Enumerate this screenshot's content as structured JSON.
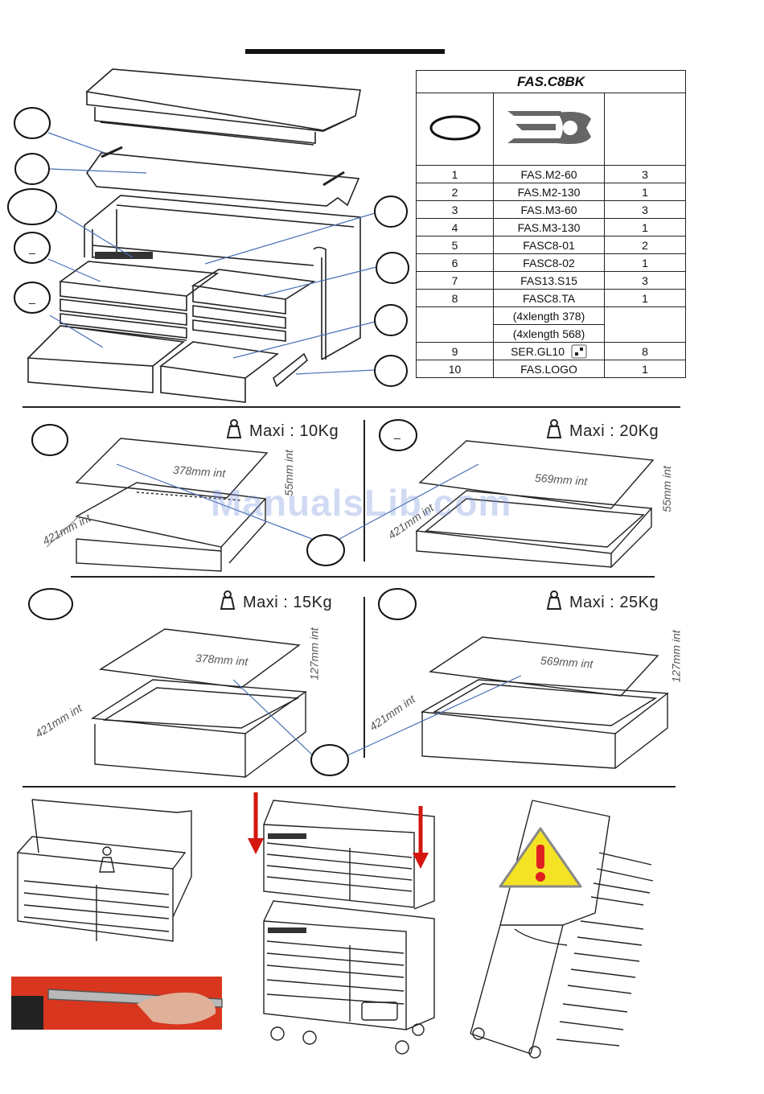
{
  "parts_table": {
    "title": "FAS.C8BK",
    "rows": [
      {
        "num": "1",
        "ref": "FAS.M2-60",
        "qty": "3"
      },
      {
        "num": "2",
        "ref": "FAS.M2-130",
        "qty": "1"
      },
      {
        "num": "3",
        "ref": "FAS.M3-60",
        "qty": "3"
      },
      {
        "num": "4",
        "ref": "FAS.M3-130",
        "qty": "1"
      },
      {
        "num": "5",
        "ref": "FASC8-01",
        "qty": "2"
      },
      {
        "num": "6",
        "ref": "FASC8-02",
        "qty": "1"
      },
      {
        "num": "7",
        "ref": "FAS13.S15",
        "qty": "3"
      },
      {
        "num": "8",
        "ref": "FASC8.TA",
        "qty": "1"
      },
      {
        "num": "9",
        "ref": "SER.GL10",
        "qty": "8"
      },
      {
        "num": "10",
        "ref": "FAS.LOGO",
        "qty": "1"
      }
    ],
    "note_1": "(4xlength 378)",
    "note_2": "(4xlength 568)"
  },
  "drawers": [
    {
      "maxi": "Maxi : 10Kg",
      "width": "378mm int",
      "depth": "421mm int",
      "height": "55mm int"
    },
    {
      "maxi": "Maxi : 20Kg",
      "width": "569mm int",
      "depth": "421mm int",
      "height": "55mm int"
    },
    {
      "maxi": "Maxi : 15Kg",
      "width": "378mm int",
      "depth": "421mm int",
      "height": "127mm int"
    },
    {
      "maxi": "Maxi : 25Kg",
      "width": "569mm int",
      "depth": "421mm int",
      "height": "127mm int"
    }
  ],
  "callouts": {
    "drawer_a": "_",
    "drawer_b": "_",
    "top_5": "_"
  },
  "watermark": "ManualsLib.com",
  "icons": [
    "weight-icon",
    "warning-icon",
    "mat-icon",
    "logo-icon",
    "arrow-down-icon"
  ],
  "colors": {
    "warning_fill": "#f3e324",
    "warning_mark": "#e02020",
    "arrow": "#d4160f",
    "leader": "#4a6fb5",
    "photo_red": "#d8361e"
  }
}
